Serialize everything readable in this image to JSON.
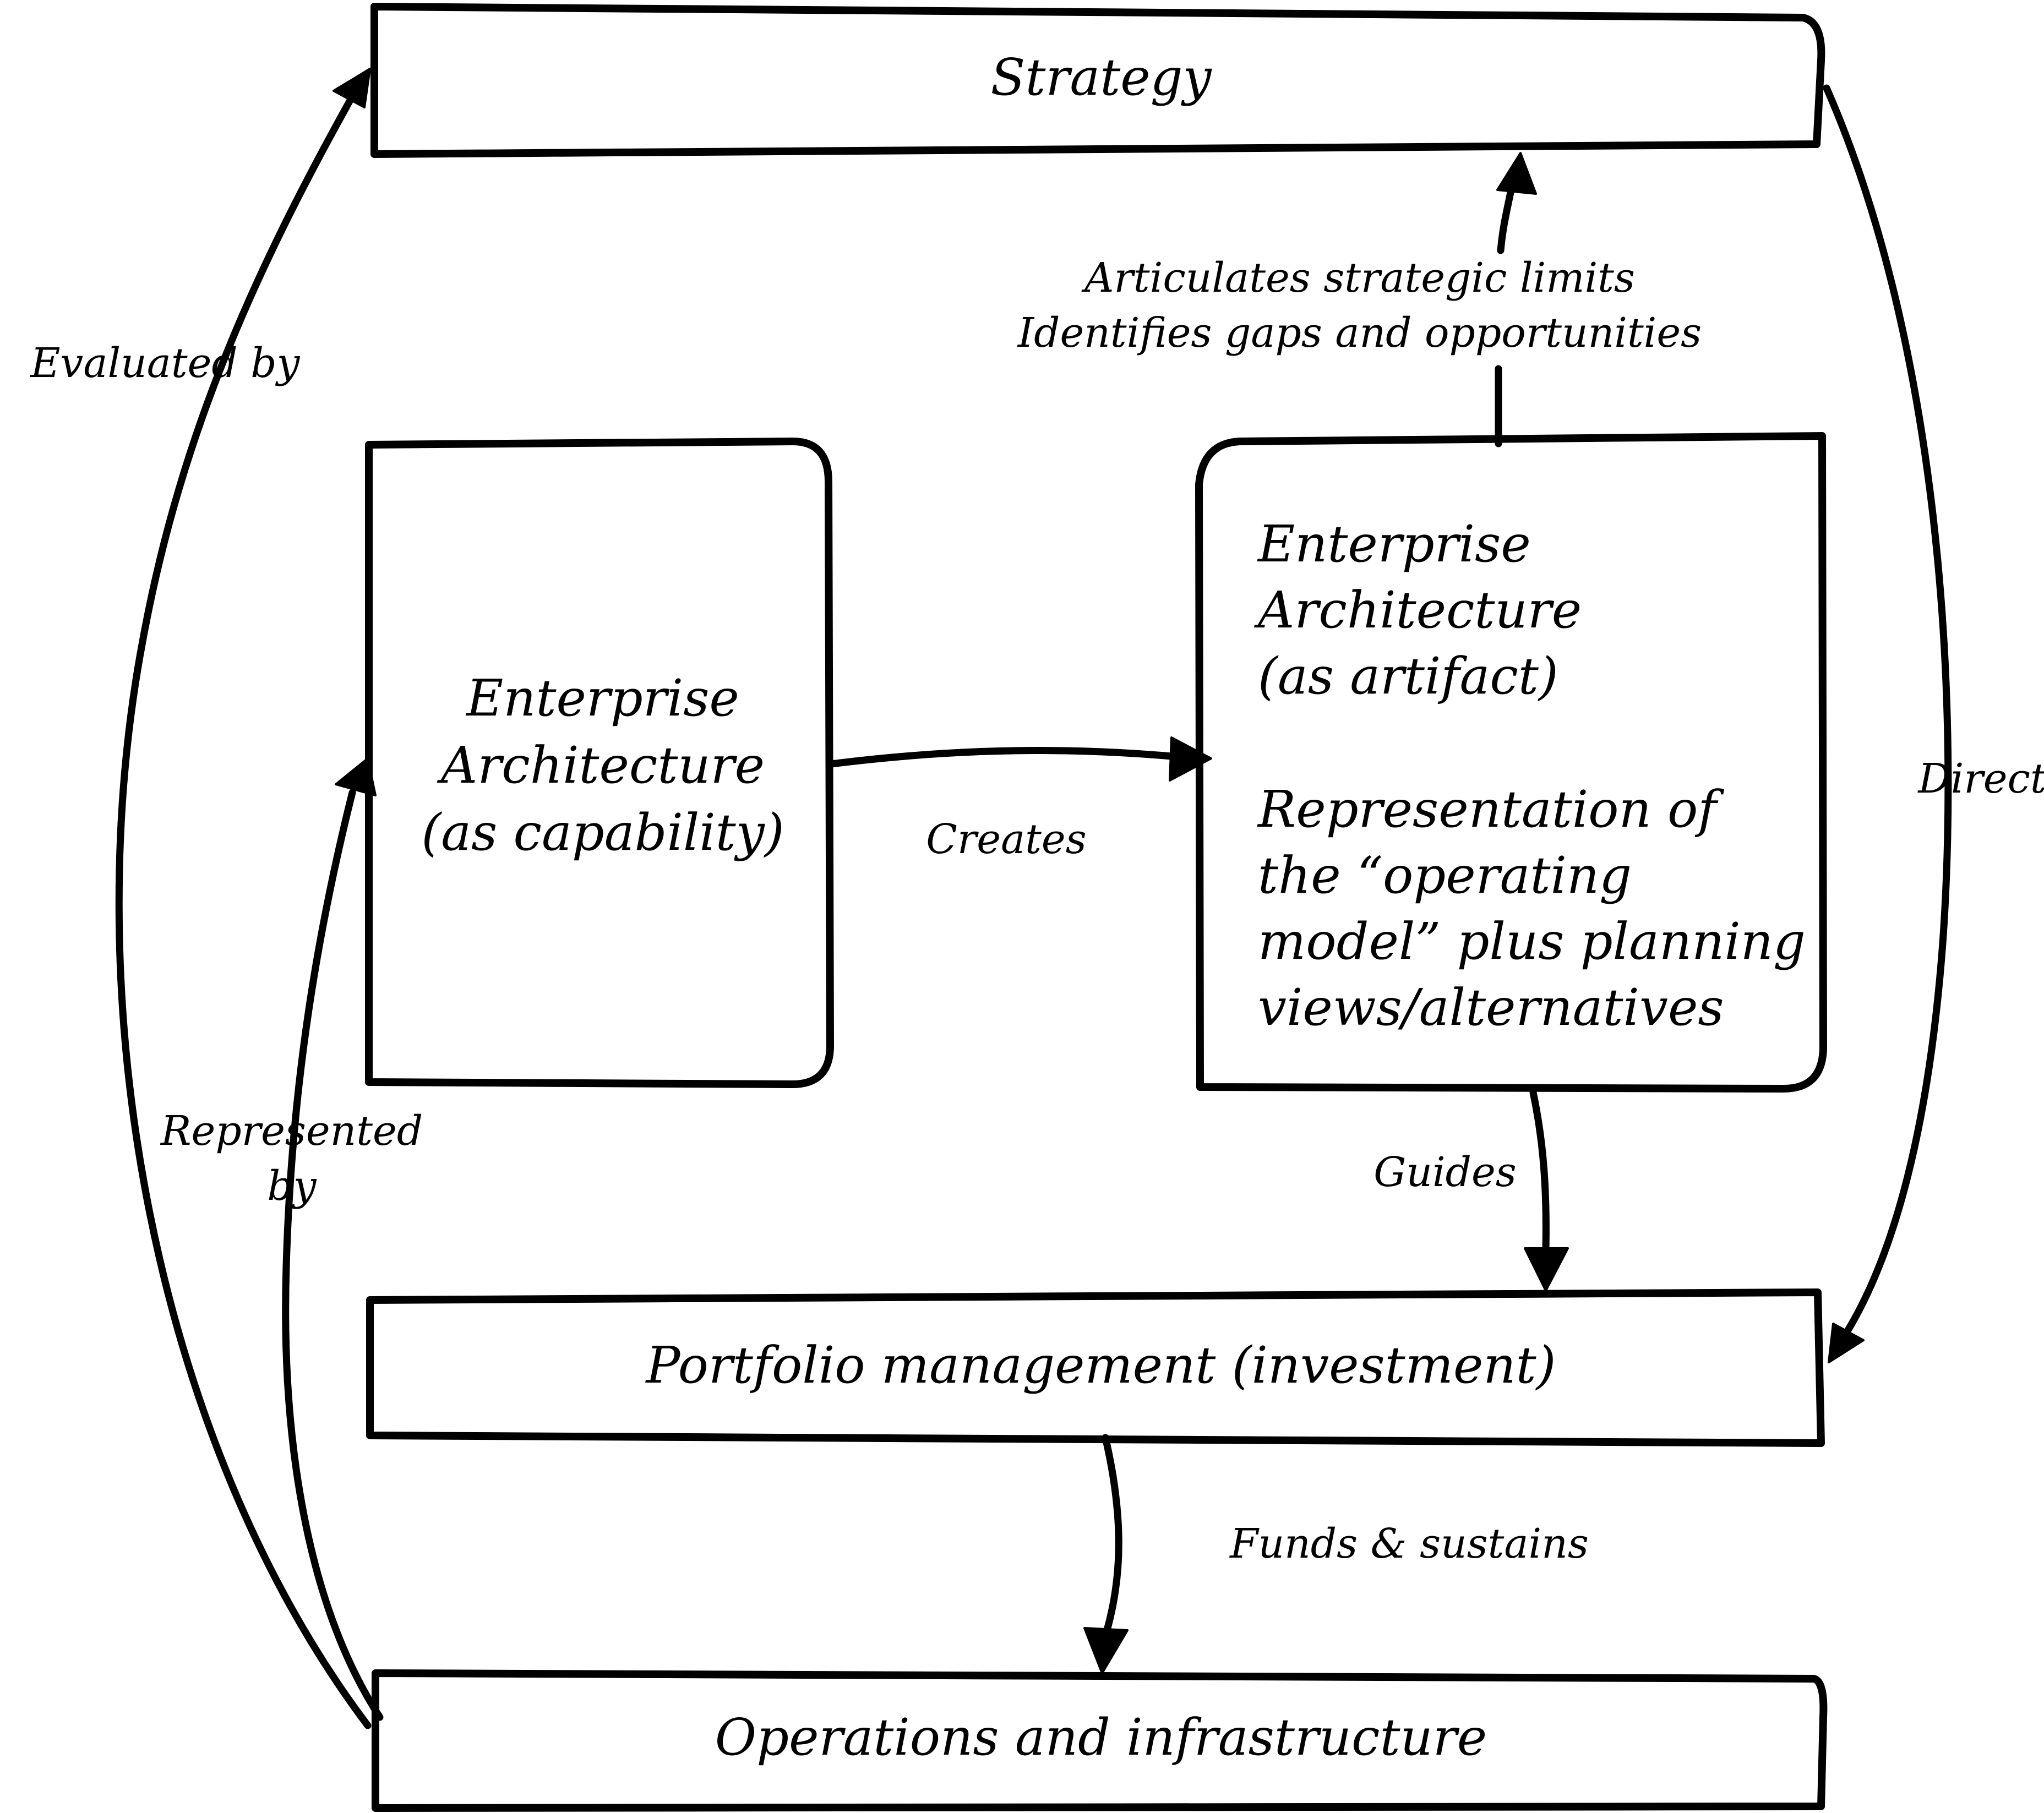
{
  "nodes": {
    "strategy": {
      "label": "Strategy"
    },
    "ea_capability": {
      "lines": [
        "Enterprise",
        "Architecture",
        "(as capability)"
      ]
    },
    "ea_artifact": {
      "lines": [
        "Enterprise",
        "Architecture",
        "(as artifact)"
      ],
      "description_lines": [
        "Representation of",
        "the “operating",
        "model” plus planning",
        "views/alternatives"
      ]
    },
    "portfolio": {
      "label": "Portfolio management (investment)"
    },
    "operations": {
      "label": "Operations and infrastructure"
    }
  },
  "edges": {
    "articulates": {
      "lines": [
        "Articulates strategic limits",
        "Identifies gaps and opportunities"
      ]
    },
    "evaluated_by": {
      "label": "Evaluated by"
    },
    "directs": {
      "label": "Directs"
    },
    "creates": {
      "label": "Creates"
    },
    "guides": {
      "label": "Guides"
    },
    "represented_by": {
      "lines": [
        "Represented",
        "by"
      ]
    },
    "funds_sustains": {
      "label": "Funds & sustains"
    }
  },
  "colors": {
    "stroke": "#000000",
    "background": "#ffffff"
  }
}
